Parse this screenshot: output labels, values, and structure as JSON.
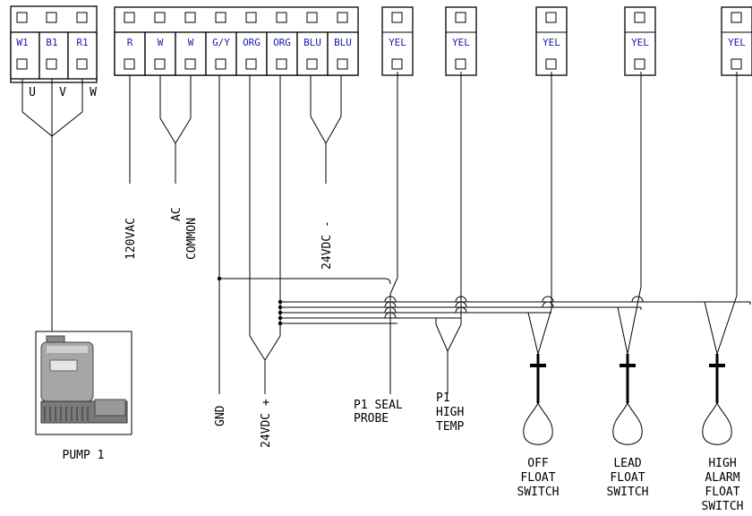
{
  "terminals": {
    "motor": [
      "W1",
      "B1",
      "R1"
    ],
    "main": [
      "R",
      "W",
      "W",
      "G/Y",
      "ORG",
      "ORG",
      "BLU",
      "BLU"
    ],
    "sensors": [
      "YEL",
      "YEL",
      "YEL",
      "YEL",
      "YEL"
    ]
  },
  "motor_phases": [
    "U",
    "V",
    "W"
  ],
  "labels": {
    "v120": "120VAC",
    "ac_common_1": "AC",
    "ac_common_2": "COMMON",
    "v24_minus": "24VDC -",
    "gnd": "GND",
    "v24_plus": "24VDC +",
    "pump": "PUMP 1",
    "seal_1": "P1 SEAL",
    "seal_2": "PROBE",
    "temp_1": "P1",
    "temp_2": "HIGH",
    "temp_3": "TEMP",
    "off_1": "OFF",
    "off_2": "FLOAT",
    "off_3": "SWITCH",
    "lead_1": "LEAD",
    "lead_2": "FLOAT",
    "lead_3": "SWITCH",
    "high_1": "HIGH",
    "high_2": "ALARM",
    "high_3": "FLOAT",
    "high_4": "SWITCH"
  },
  "colors": {
    "line": "#000000",
    "terminal_text": "#1a1aa8",
    "pump_body": "#9a9a9a"
  },
  "icons": {
    "pump": "submersible-pump-icon",
    "float": "float-switch-icon"
  }
}
